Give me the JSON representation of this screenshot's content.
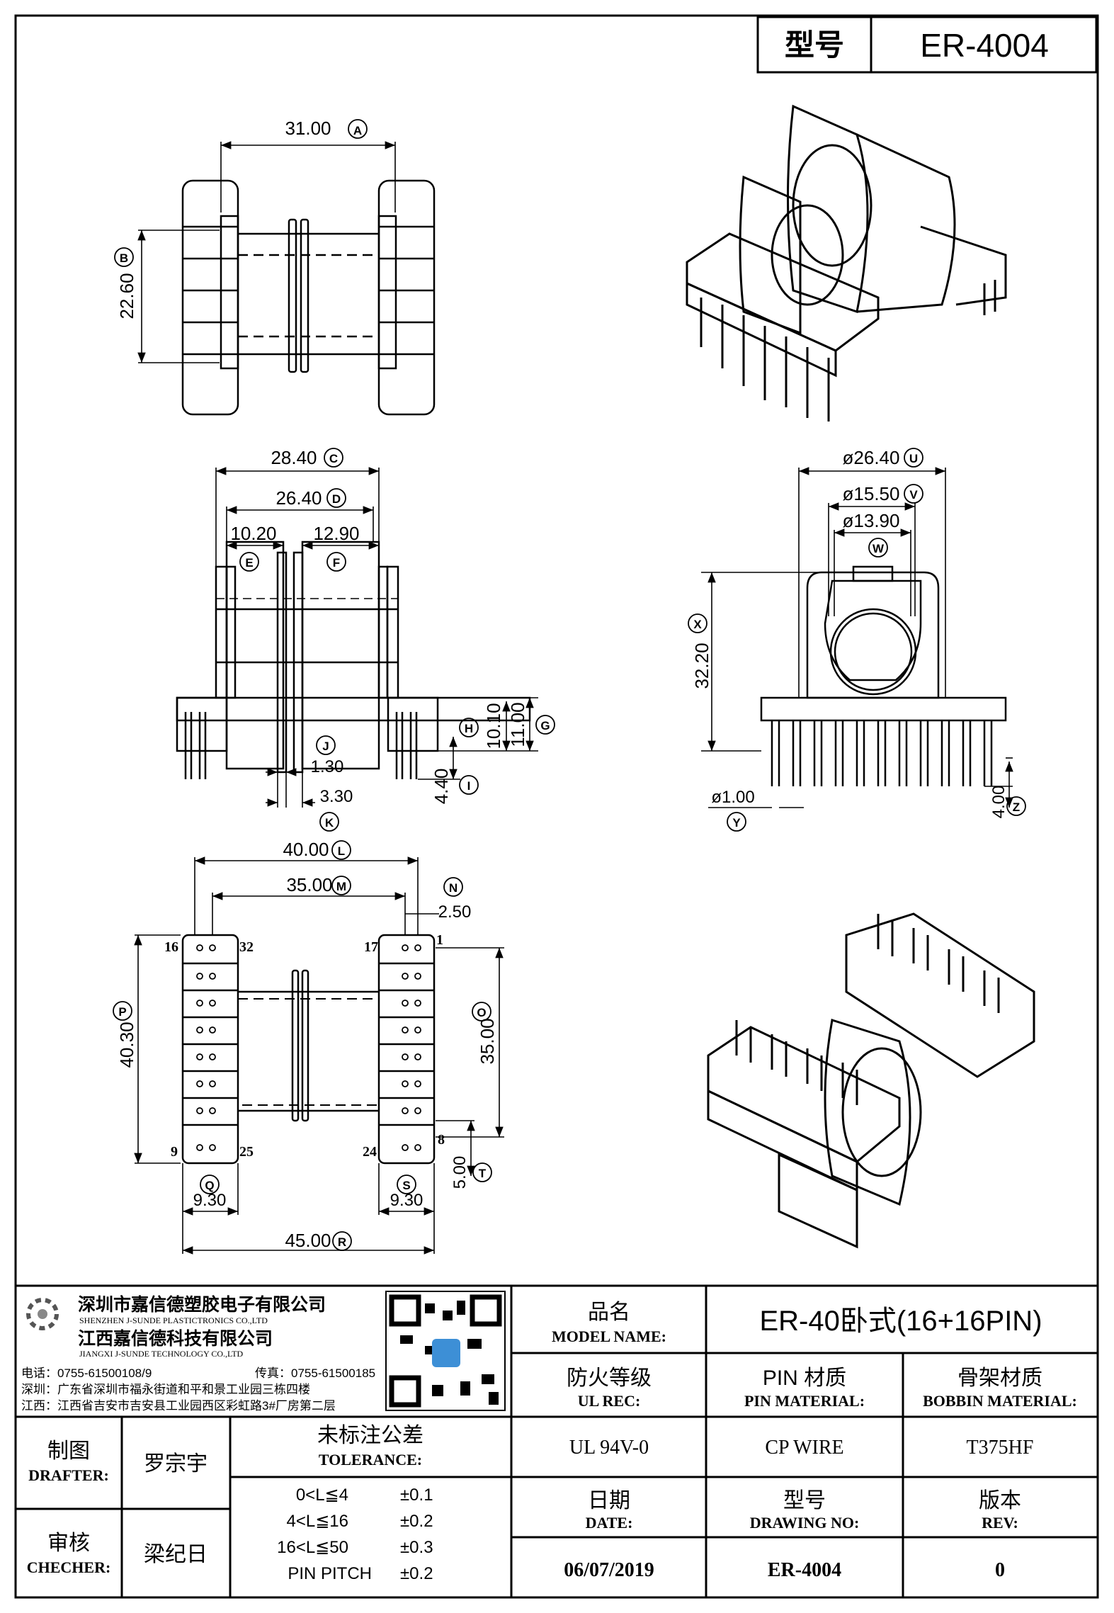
{
  "header": {
    "model_label": "型号",
    "model_value": "ER-4004"
  },
  "views": {
    "top": {
      "dim_a": "31.00",
      "tag_a": "A",
      "dim_b": "22.60",
      "tag_b": "B"
    },
    "front": {
      "dim_c": "28.40",
      "tag_c": "C",
      "dim_d": "26.40",
      "tag_d": "D",
      "dim_e": "10.20",
      "tag_e": "E",
      "dim_f": "12.90",
      "tag_f": "F",
      "dim_g": "11.00",
      "tag_g": "G",
      "dim_h": "10.10",
      "tag_h": "H",
      "dim_i": "4.40",
      "tag_i": "I",
      "dim_j": "1.30",
      "tag_j": "J",
      "dim_k": "3.30",
      "tag_k": "K"
    },
    "side": {
      "dim_u": "ø26.40",
      "tag_u": "U",
      "dim_v": "ø15.50",
      "tag_v": "V",
      "dim_w": "ø13.90",
      "tag_w": "W",
      "dim_x": "32.20",
      "tag_x": "X",
      "dim_y": "ø1.00",
      "tag_y": "Y",
      "dim_z": "4.00",
      "tag_z": "Z"
    },
    "bottom": {
      "dim_l": "40.00",
      "tag_l": "L",
      "dim_m": "35.00",
      "tag_m": "M",
      "dim_n": "2.50",
      "tag_n": "N",
      "dim_o": "35.00",
      "tag_o": "O",
      "dim_p": "40.30",
      "tag_p": "P",
      "dim_q": "9.30",
      "tag_q": "Q",
      "dim_r": "45.00",
      "tag_r": "R",
      "dim_s": "9.30",
      "tag_s": "S",
      "dim_t": "5.00",
      "tag_t": "T",
      "pin_16": "16",
      "pin_32": "32",
      "pin_17": "17",
      "pin_1": "1",
      "pin_9": "9",
      "pin_25": "25",
      "pin_24": "24",
      "pin_8": "8"
    }
  },
  "company": {
    "name_cn_1": "深圳市嘉信德塑胶电子有限公司",
    "name_en_1": "SHENZHEN J-SUNDE PLASTICTRONICS CO.,LTD",
    "name_cn_2": "江西嘉信德科技有限公司",
    "name_en_2": "JIANGXI J-SUNDE TECHNOLOGY CO.,LTD",
    "phone": "电话：0755-61500108/9",
    "fax": "传真：0755-61500185",
    "addr_sz": "深圳：广东省深圳市福永街道和平和景工业园三栋四楼",
    "addr_jx": "江西：江西省吉安市吉安县工业园西区彩虹路3#厂房第二层"
  },
  "title_block": {
    "model_name_cn": "品名",
    "model_name_en": "MODEL NAME:",
    "model_name_value": "ER-40卧式(16+16PIN)",
    "ul_cn": "防火等级",
    "ul_en": "UL REC:",
    "pin_mat_cn": "PIN 材质",
    "pin_mat_en": "PIN MATERIAL:",
    "bobbin_cn": "骨架材质",
    "bobbin_en": "BOBBIN MATERIAL:",
    "ul_value": "UL 94V-0",
    "pin_value": "CP WIRE",
    "bobbin_value": "T375HF",
    "drafter_cn": "制图",
    "drafter_en": "DRAFTER:",
    "drafter_name": "罗宗宇",
    "checker_cn": "审核",
    "checker_en": "CHECHER:",
    "checker_name": "梁纪日",
    "tol_cn": "未标注公差",
    "tol_en": "TOLERANCE:",
    "tol_rows": [
      {
        "range": "0<L≦4",
        "value": "±0.1"
      },
      {
        "range": "4<L≦16",
        "value": "±0.2"
      },
      {
        "range": "16<L≦50",
        "value": "±0.3"
      },
      {
        "range": "PIN PITCH",
        "value": "±0.2"
      }
    ],
    "date_cn": "日期",
    "date_en": "DATE:",
    "drawing_cn": "型号",
    "drawing_en": "DRAWING NO:",
    "rev_cn": "版本",
    "rev_en": "REV:",
    "date_value": "06/07/2019",
    "drawing_value": "ER-4004",
    "rev_value": "0"
  }
}
